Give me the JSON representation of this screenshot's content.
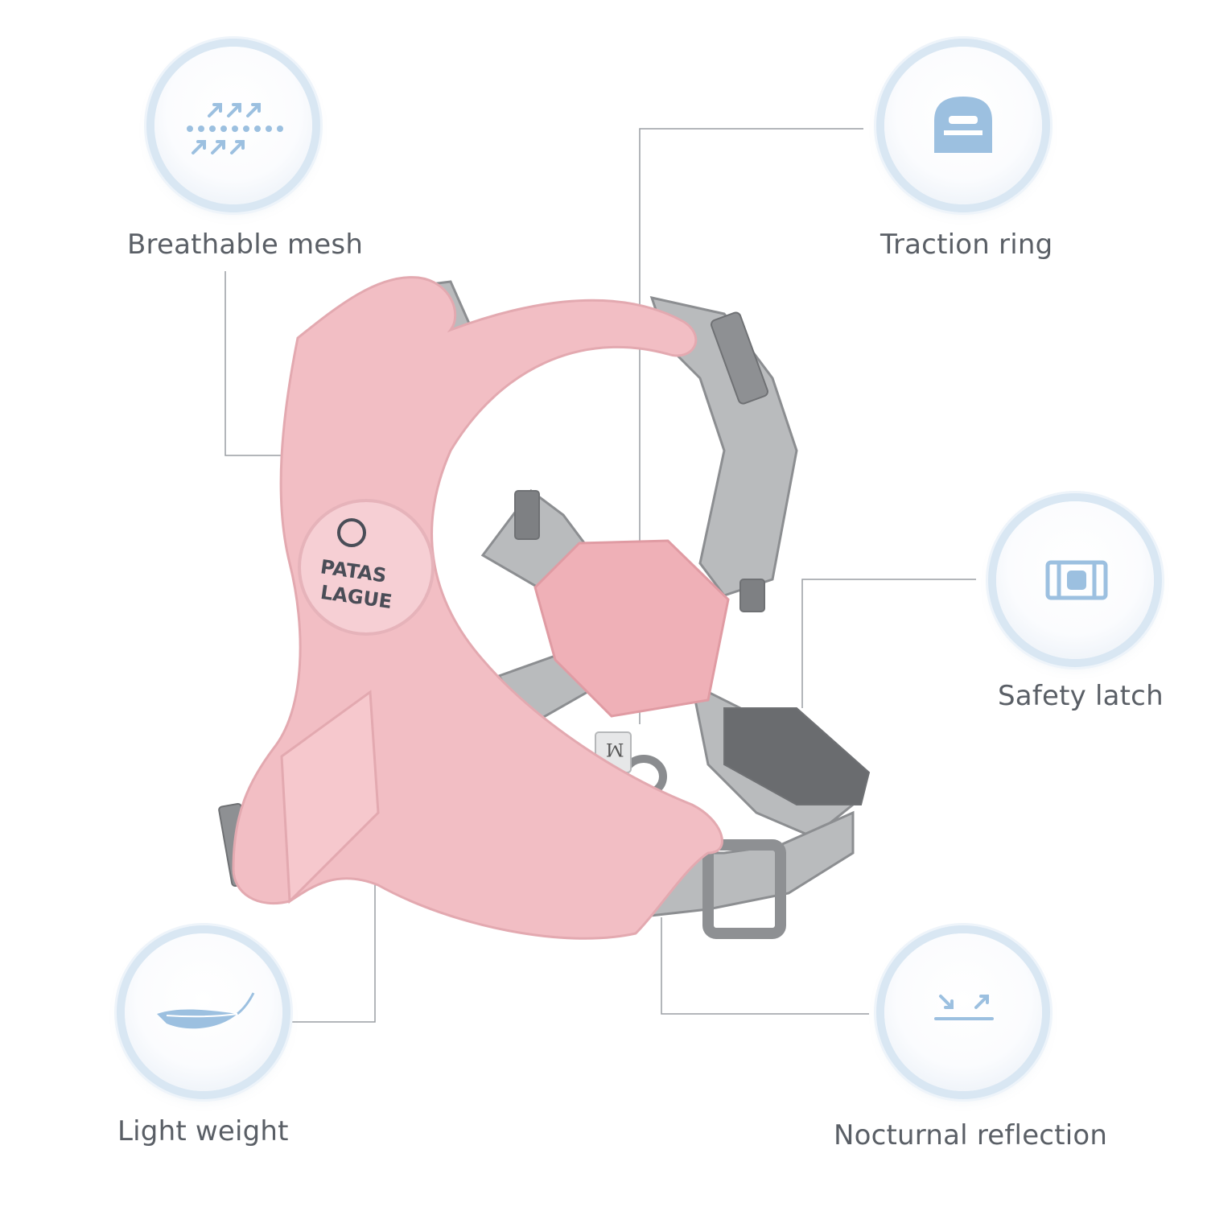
{
  "brand": {
    "badge_line1": "PATAS",
    "badge_line2": "LAGUE",
    "size_tag": "M"
  },
  "features": [
    {
      "key": "breathable",
      "label": "Breathable mesh",
      "icon": "breathable-mesh-icon"
    },
    {
      "key": "traction",
      "label": "Traction ring",
      "icon": "traction-ring-icon"
    },
    {
      "key": "latch",
      "label": "Safety latch",
      "icon": "safety-latch-icon"
    },
    {
      "key": "light",
      "label": "Light weight",
      "icon": "feather-icon"
    },
    {
      "key": "reflect",
      "label": "Nocturnal reflection",
      "icon": "reflection-icon"
    }
  ],
  "colors": {
    "harness_pink": "#f1bcc2",
    "webbing_gray": "#a9abad",
    "icon_blue": "#9cc0e0",
    "label_gray": "#5a5f66"
  }
}
